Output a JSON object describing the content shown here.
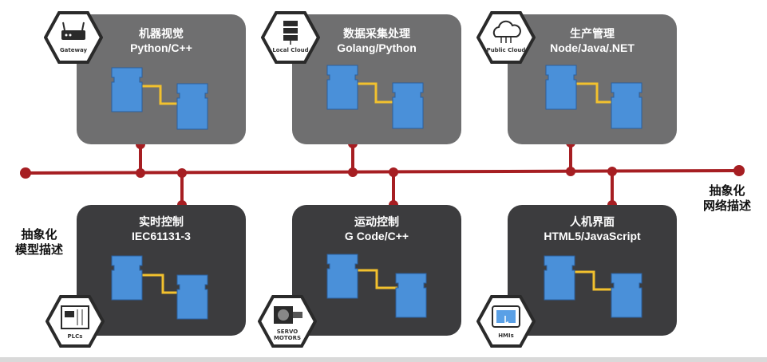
{
  "panels": {
    "mv": {
      "title": "机器视觉",
      "subtitle": "Python/C++",
      "badge": "Gateway"
    },
    "data": {
      "title": "数据采集处理",
      "subtitle": "Golang/Python",
      "badge": "Local Cloud"
    },
    "prod": {
      "title": "生产管理",
      "subtitle": "Node/Java/.NET",
      "badge": "Public Cloud"
    },
    "rt": {
      "title": "实时控制",
      "subtitle": "IEC61131-3",
      "badge": "PLCs"
    },
    "mc": {
      "title": "运动控制",
      "subtitle": "G Code/C++",
      "badge": "SERVO MOTORS"
    },
    "hmi": {
      "title": "人机界面",
      "subtitle": "HTML5/JavaScript",
      "badge": "HMIs"
    }
  },
  "labels": {
    "network": [
      "抽象化",
      "网络描述"
    ],
    "model": [
      "抽象化",
      "模型描述"
    ]
  },
  "colors": {
    "bus": "#a61e22",
    "block": "#4a90d9",
    "link": "#f2c12e",
    "panel_light": "#6f6f70",
    "panel_dark": "#3c3c3e"
  }
}
